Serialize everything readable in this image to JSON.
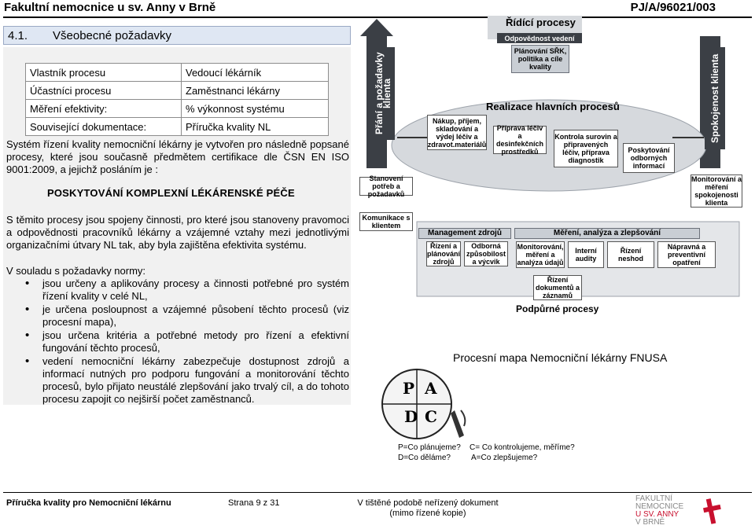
{
  "header": {
    "hospital": "Fakultní nemocnice u sv. Anny v Brně",
    "doc_code": "PJ/A/96021/003"
  },
  "section": {
    "number": "4.1.",
    "title": "Všeobecné požadavky"
  },
  "meta": {
    "rows": [
      {
        "label": "Vlastník procesu",
        "value": "Vedoucí lékárník"
      },
      {
        "label": "Účastníci procesu",
        "value": "Zaměstnanci lékárny"
      },
      {
        "label": "Měření efektivity:",
        "value": "% výkonnost systému"
      },
      {
        "label": "Související dokumentace:",
        "value": "Příručka kvality NL"
      }
    ]
  },
  "body": {
    "intro": "Systém řízení kvality nemocniční lékárny je vytvořen pro následně popsané procesy, které jsou současně předmětem certifikace dle ČSN EN ISO 9001:2009, a jejichž posláním je :",
    "mission": "POSKYTOVÁNÍ KOMPLEXNÍ LÉKÁRENSKÉ PÉČE",
    "p2": "S těmito procesy jsou spojeny činnosti, pro které jsou stanoveny pravomoci a odpovědnosti pracovníků lékárny a vzájemné vztahy mezi jednotlivými organizačními útvary NL tak, aby byla zajištěna efektivita systému.",
    "p3": "V souladu s požadavky normy:",
    "bullets": [
      "jsou určeny a aplikovány procesy a činnosti potřebné pro systém řízení kvality v celé NL,",
      "je určena posloupnost a vzájemné působení těchto procesů (viz procesní mapa),",
      "jsou určena kritéria a potřebné metody pro řízení a efektivní fungování těchto procesů,",
      "vedení nemocniční lékárny zabezpečuje dostupnost zdrojů a informací nutných pro podporu fungování a monitorování těchto procesů, bylo přijato neustálé zlepšování jako trvalý cíl, a do tohoto procesu zapojit co nejširší počet zaměstnanců."
    ]
  },
  "diagram": {
    "ridici": "Řídící procesy",
    "odpovednost": "Odpovědnost vedení",
    "planovani": "Plánování SŘK, politika a cíle kvality",
    "prani": "Přání a požadavky klienta",
    "spokojenost": "Spokojenost klienta",
    "realizace": "Realizace hlavních procesů",
    "nakup": "Nákup, příjem, skladování a výdej léčiv a zdravot.materiálů",
    "priprava": "Příprava léčiv a desinfekčních prostředků",
    "kontrola": "Kontrola surovin a připravených léčiv, příprava diagnostik",
    "poskytovani": "Poskytování odborných informací",
    "stanoveni": "Stanovení potřeb a požadavků",
    "komunikace": "Komunikace s klientem",
    "monitorovani_mereni": "Monitorování a měření spokojenosti klienta",
    "management": "Management zdrojů",
    "rizeni_zdroju": "Řízení a plánování zdrojů",
    "odborna": "Odborná způsobilost a výcvik",
    "mereni": "Měření, analýza a zlepšování",
    "monitorovani": "Monitorování, měření a analýza údajů",
    "audity": "Interní audity",
    "nahoda": "Řízení neshod",
    "napravna": "Nápravná a preventivní opatření",
    "rizeni_dok": "Řízení dokumentů a záznamů",
    "podpurne": "Podpůrné procesy",
    "mapa_title": "Procesní mapa Nemocniční lékárny FNUSA",
    "pdca": [
      "P",
      "A",
      "D",
      "C"
    ],
    "legend_p": "P=Co plánujeme?",
    "legend_c": "C= Co kontrolujeme, měříme?",
    "legend_d": "D=Co děláme?",
    "legend_a": "A=Co zlepšujeme?"
  },
  "footer": {
    "left": "Příručka kvality pro Nemocniční lékárnu",
    "page": "Strana 9 z 31",
    "note1": "V tištěné podobě neřízený dokument",
    "note2": "(mimo řízené kopie)",
    "logo": [
      "FAKULTNÍ",
      "NEMOCNICE",
      "U SV. ANNY",
      "V BRNĚ"
    ]
  },
  "colors": {
    "section_bg": "#dfe7f3",
    "logo_red": "#c8102e",
    "diagram_grey": "#c9ced4"
  }
}
